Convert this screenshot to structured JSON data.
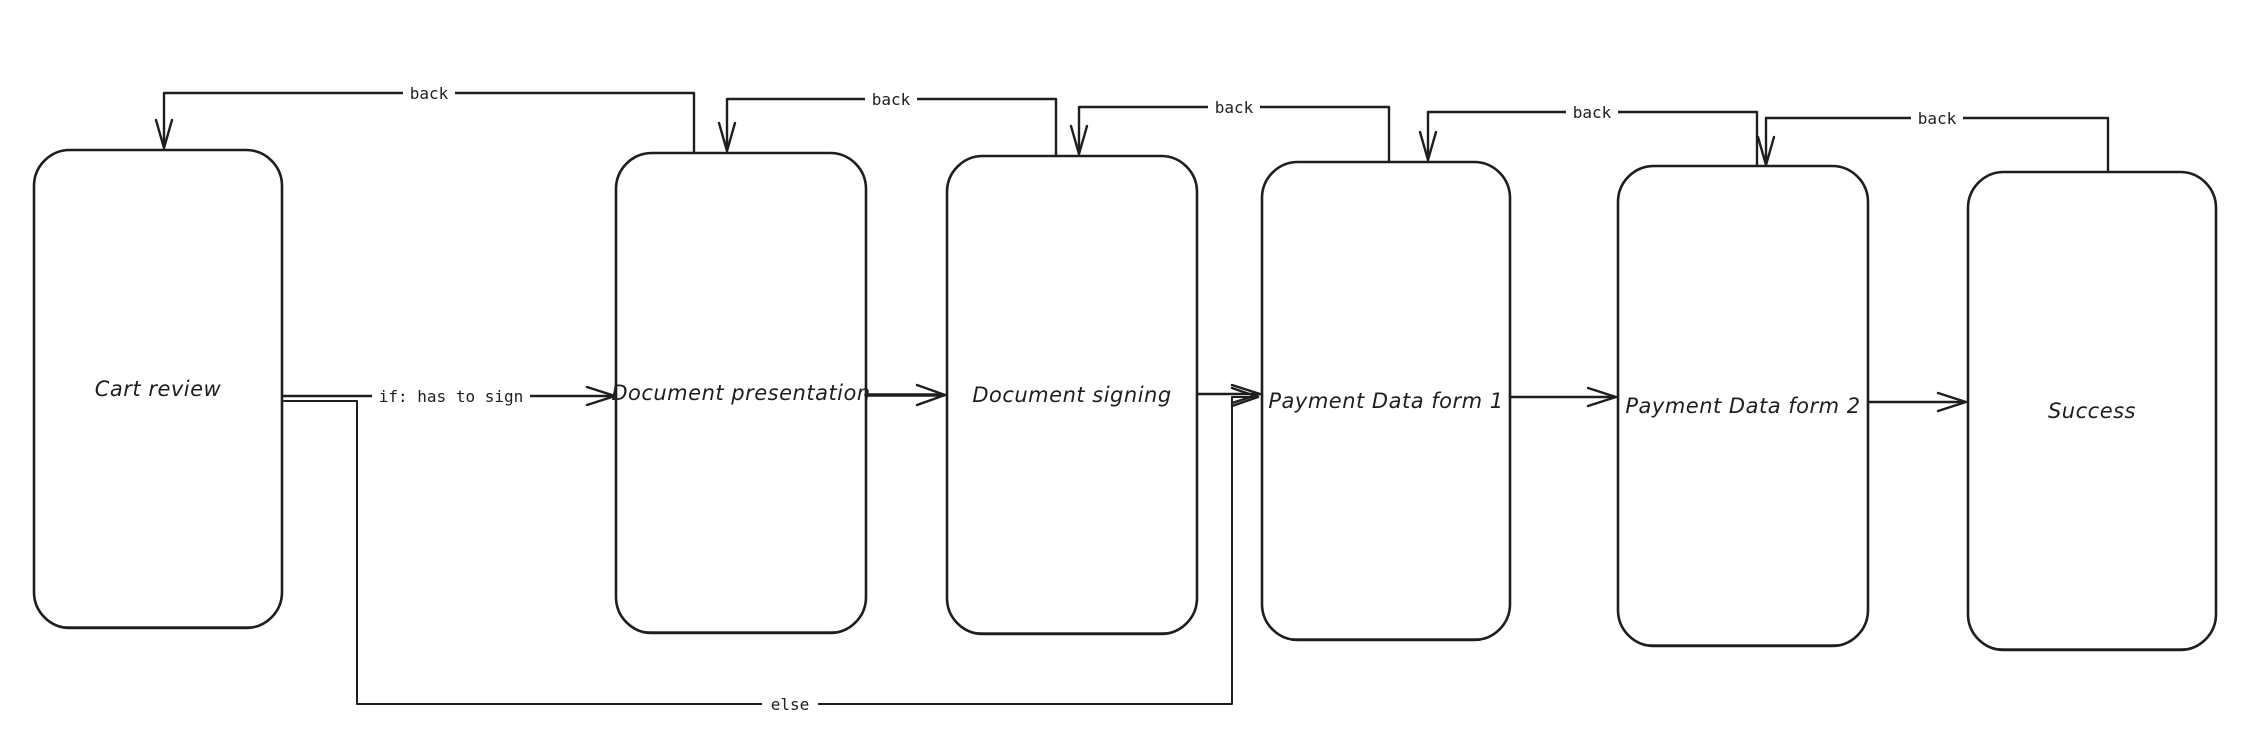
{
  "diagram": {
    "type": "flowchart",
    "background_color": "#ffffff",
    "stroke_color": "#1e1e1e",
    "nodes": [
      {
        "id": "cart-review",
        "label": "Cart review"
      },
      {
        "id": "document-presentation",
        "label": "Document presentation"
      },
      {
        "id": "document-signing",
        "label": "Document signing"
      },
      {
        "id": "payment-data-form-1",
        "label": "Payment Data form 1"
      },
      {
        "id": "payment-data-form-2",
        "label": "Payment Data form 2"
      },
      {
        "id": "success",
        "label": "Success"
      }
    ],
    "edges": {
      "if_branch": {
        "from": "cart-review",
        "to": "document-presentation",
        "label": "if: has to sign"
      },
      "else_branch": {
        "from": "cart-review",
        "to": "payment-data-form-1",
        "label": "else"
      },
      "forward": [
        {
          "from": "document-presentation",
          "to": "document-signing"
        },
        {
          "from": "document-signing",
          "to": "payment-data-form-1"
        },
        {
          "from": "payment-data-form-1",
          "to": "payment-data-form-2"
        },
        {
          "from": "payment-data-form-2",
          "to": "success"
        }
      ],
      "back": [
        {
          "from": "document-presentation",
          "to": "cart-review",
          "label": "back"
        },
        {
          "from": "document-signing",
          "to": "document-presentation",
          "label": "back"
        },
        {
          "from": "payment-data-form-1",
          "to": "document-signing",
          "label": "back"
        },
        {
          "from": "payment-data-form-2",
          "to": "payment-data-form-1",
          "label": "back"
        },
        {
          "from": "success",
          "to": "payment-data-form-2",
          "label": "back"
        }
      ]
    }
  }
}
